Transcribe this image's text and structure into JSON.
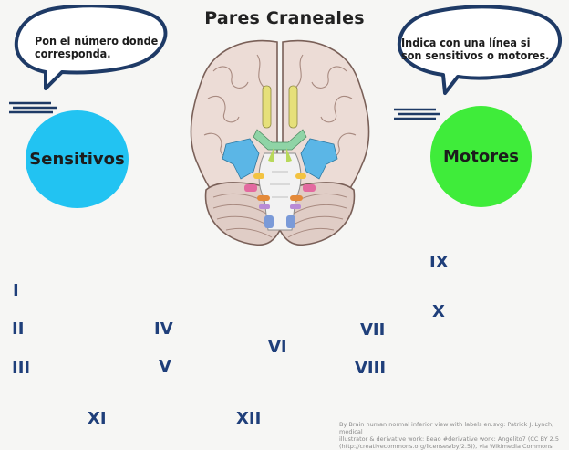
{
  "title": "Pares Craneales",
  "left_bubble": {
    "text_line1": "Pon el número donde",
    "text_line2": "corresponda."
  },
  "right_bubble": {
    "text_line1": "Indica con una línea si",
    "text_line2": "son sensitivos o motores."
  },
  "sensitivos": {
    "label": "Sensitivos",
    "color": "#22c3f2"
  },
  "motores": {
    "label": "Motores",
    "color": "#3fec3a"
  },
  "numerals": {
    "n1": "I",
    "n2": "II",
    "n3": "III",
    "n4": "IV",
    "n5": "V",
    "n6": "VI",
    "n7": "VII",
    "n8": "VIII",
    "n9": "IX",
    "n10": "X",
    "n11": "XI",
    "n12": "XII"
  },
  "credit": {
    "line1": "By Brain human normal inferior view with labels en.svg: Patrick J. Lynch, medical",
    "line2": "illustrator & derivative work: Beao #derivative work: Angelito7 (CC BY 2.5",
    "line3": "(http://creativecommons.org/licenses/by/2.5)), via Wikimedia Commons"
  },
  "colors": {
    "numeral": "#1f3f7a",
    "bubble_outline": "#1e3a66",
    "brain": "#ead7cf"
  }
}
